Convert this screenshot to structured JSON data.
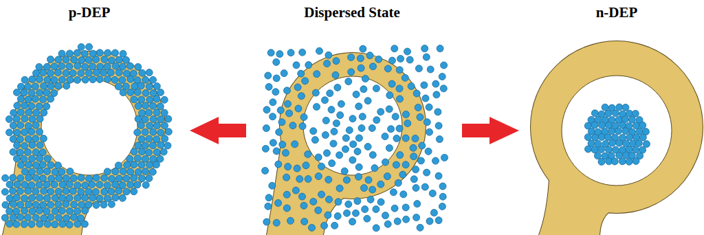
{
  "diagram": {
    "labels": [
      "p-DEP",
      "Dispersed State",
      "n-DEP"
    ]
  }
}
